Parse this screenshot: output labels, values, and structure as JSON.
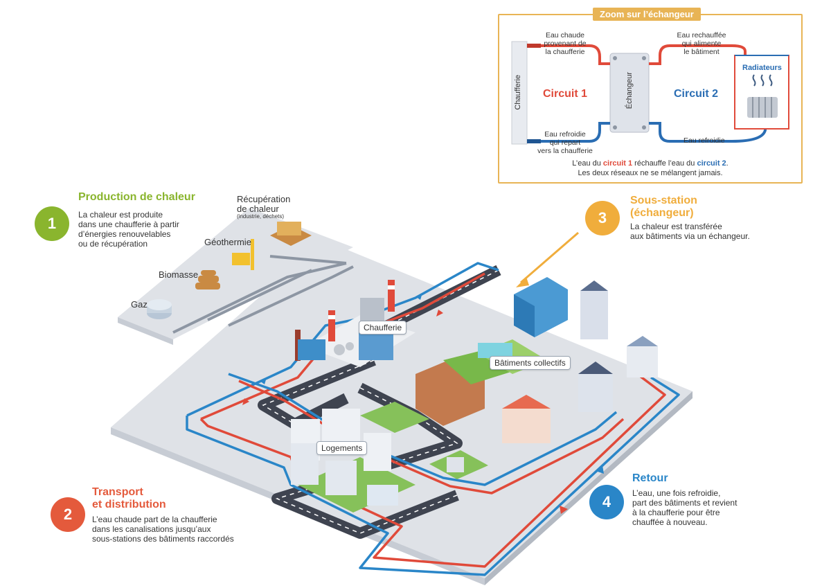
{
  "colors": {
    "production": "#8ab52e",
    "transport": "#e45a3c",
    "sousstation": "#f0ad3c",
    "retour": "#2a86c8",
    "hot": "#e04a3a",
    "cold": "#2a6db3",
    "zoom_border": "#e8b455"
  },
  "steps": [
    {
      "num": "1",
      "title": "Production de chaleur",
      "text": [
        "La chaleur est produite",
        "dans une chaufferie à partir",
        "d’énergies renouvelables",
        "ou de récupération"
      ]
    },
    {
      "num": "2",
      "title": [
        "Transport",
        "et distribution"
      ],
      "text": [
        "L’eau chaude part de la chaufferie",
        "dans les canalisations jusqu’aux",
        "sous-stations des bâtiments raccordés"
      ]
    },
    {
      "num": "3",
      "title": [
        "Sous-station",
        "(échangeur)"
      ],
      "text": [
        "La chaleur est transférée",
        "aux bâtiments via un échangeur."
      ]
    },
    {
      "num": "4",
      "title": "Retour",
      "text": [
        "L’eau, une fois refroidie,",
        "part des bâtiments et revient",
        "à la chaufferie pour être",
        "chauffée à nouveau."
      ]
    }
  ],
  "sources": {
    "recuperation": "Récupération",
    "recuperation2": "de chaleur",
    "recuperation_note": "(industrie, déchets)",
    "geothermie": "Géothermie",
    "biomasse": "Biomasse",
    "gaz": "Gaz"
  },
  "map_labels": {
    "chaufferie": "Chaufferie",
    "batiments": "Bâtiments collectifs",
    "logements": "Logements"
  },
  "zoom": {
    "title": "Zoom sur l’échangeur",
    "chaufferie": "Chaufferie",
    "echangeur": "Échangeur",
    "circuit1": "Circuit 1",
    "circuit2": "Circuit 2",
    "radiateurs": "Radiateurs",
    "hot_in": [
      "Eau chaude",
      "provenant de",
      "la chaufferie"
    ],
    "cold_out": [
      "Eau refroidie",
      "qui repart",
      "vers la chaufferie"
    ],
    "hot_out": [
      "Eau rechauffée",
      "qui alimente",
      "le bâtiment"
    ],
    "cold_back": "Eau refroidie",
    "note1_a": "L’eau du ",
    "note1_b": "circuit 1",
    "note1_c": " réchauffe l’eau du ",
    "note1_d": "circuit 2",
    "note1_e": ".",
    "note2": "Les deux réseaux ne se mélangent jamais."
  }
}
